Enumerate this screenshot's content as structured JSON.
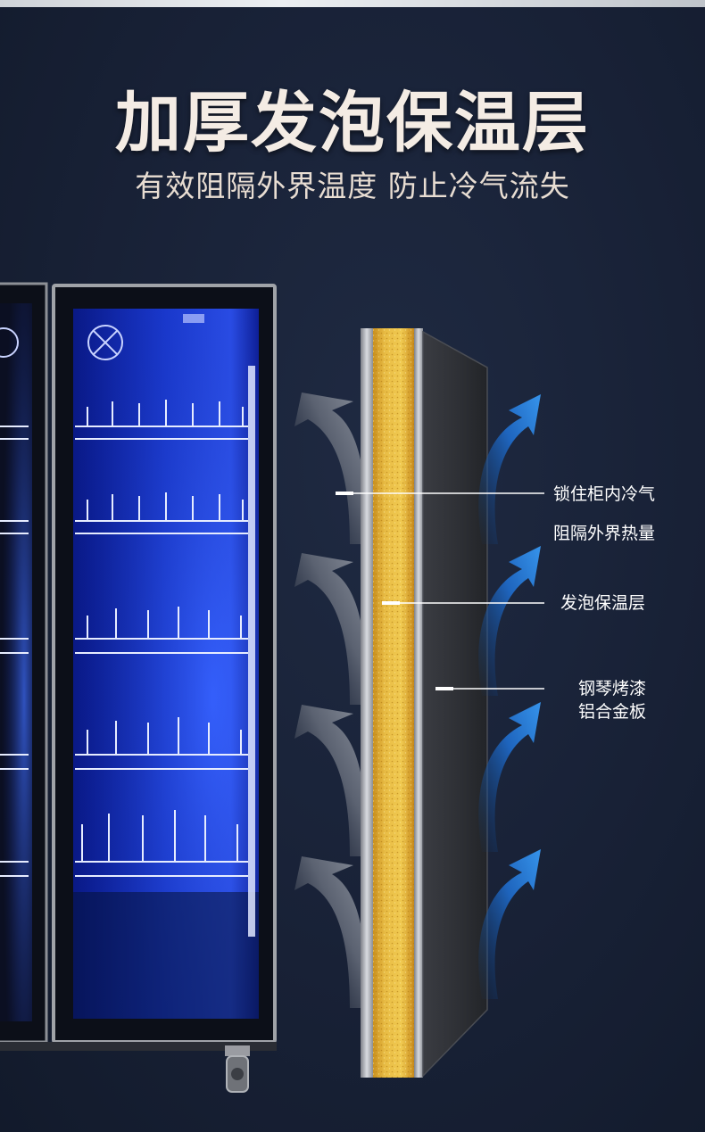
{
  "header": {
    "title": "加厚发泡保温层",
    "subtitle": "有效阻隔外界温度 防止冷气流失"
  },
  "callouts": [
    {
      "label": "锁住柜内冷气"
    },
    {
      "label": "阻隔外界热量"
    },
    {
      "label": "发泡保温层"
    },
    {
      "label": "钢琴烤漆"
    },
    {
      "label": "铝合金板"
    }
  ],
  "colors": {
    "background": "#182136",
    "foam": "#e3b53c",
    "glow": "#2a5cff",
    "arrow_blue": "#2c7fd6"
  }
}
